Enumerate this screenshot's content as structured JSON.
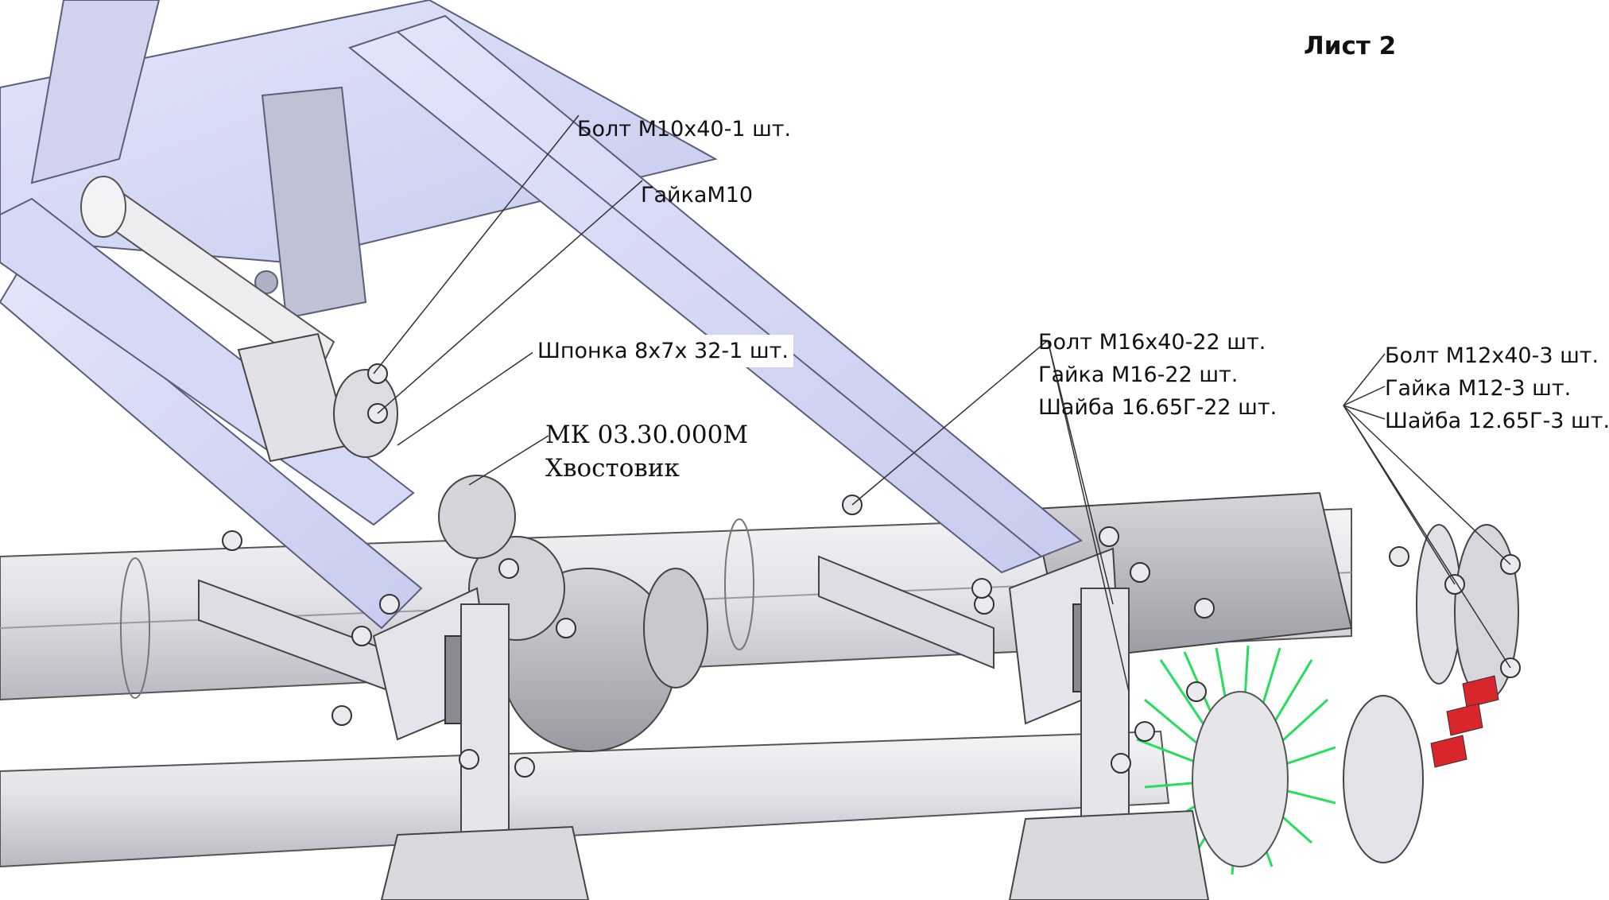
{
  "sheet_label": "Лист 2",
  "callouts": {
    "bolt_m10": "Болт М10х40-1 шт.",
    "nut_m10": "ГайкаМ10",
    "key": "Шпонка 8х7х 32-1 шт.",
    "assembly_code": "МК 03.30.000М",
    "assembly_name": "Хвостовик",
    "group_m16": {
      "bolt": "Болт М16х40-22 шт.",
      "nut": "Гайка М16-22 шт.",
      "washer": "Шайба 16.65Г-22 шт."
    },
    "group_m12": {
      "bolt": "Болт М12х40-3 шт.",
      "nut": "Гайка М12-3 шт.",
      "washer": "Шайба 12.65Г-3 шт."
    }
  },
  "colors": {
    "frame": "#d9dcf6",
    "frame_edge": "#5b5e7a",
    "tube": "#e6e6ea",
    "bristles": "#22e05a",
    "blades": "#d9252c",
    "leader": "#333333"
  }
}
